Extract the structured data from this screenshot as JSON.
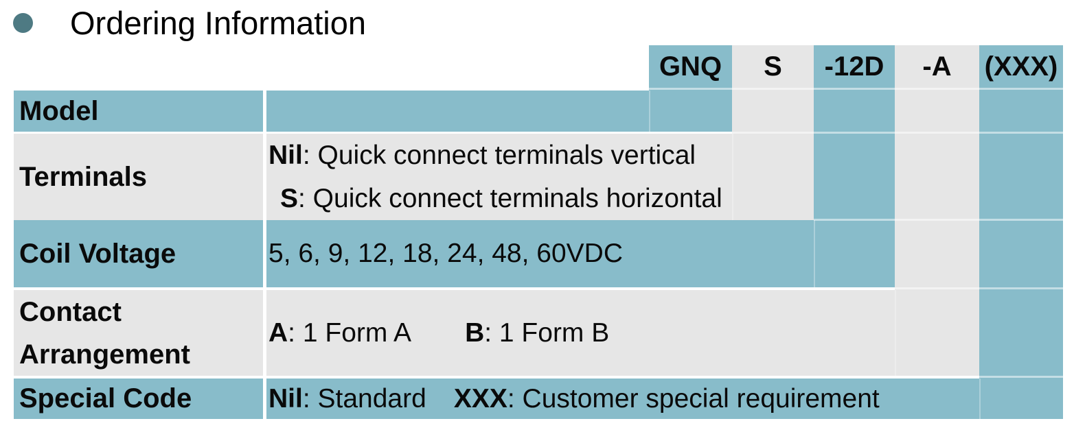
{
  "heading": {
    "title": "Ordering Information"
  },
  "colors": {
    "accent_teal": "#88BCCA",
    "row_gray": "#E6E6E6",
    "bullet_teal": "#4E7A83",
    "text": "#0a0a0a"
  },
  "code_segments": [
    {
      "label": "GNQ"
    },
    {
      "label": "S"
    },
    {
      "label": "-12D"
    },
    {
      "label": "-A"
    },
    {
      "label": "(XXX)"
    }
  ],
  "rows": {
    "model": {
      "label": "Model"
    },
    "terminals": {
      "label": "Terminals",
      "line1": {
        "code": "Nil",
        "desc": ": Quick connect terminals vertical"
      },
      "line2": {
        "code": "S",
        "desc": ": Quick connect terminals horizontal"
      }
    },
    "coil_voltage": {
      "label": "Coil Voltage",
      "value": "5, 6, 9, 12, 18, 24, 48, 60VDC"
    },
    "contact_arrangement": {
      "label_line1": "Contact",
      "label_line2": "Arrangement",
      "option1": {
        "code": "A",
        "desc": ": 1 Form A"
      },
      "option2": {
        "code": "B",
        "desc": ": 1 Form B"
      }
    },
    "special_code": {
      "label": "Special Code",
      "option1": {
        "code": "Nil",
        "desc": ": Standard"
      },
      "option2": {
        "code": "XXX",
        "desc": ": Customer special requirement"
      }
    }
  }
}
